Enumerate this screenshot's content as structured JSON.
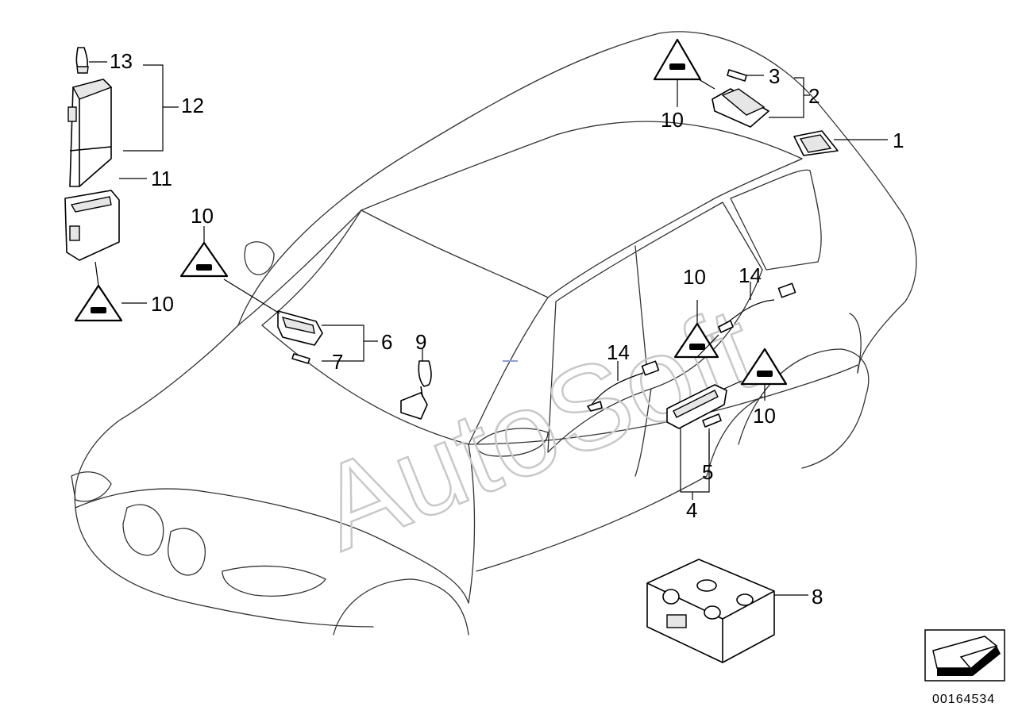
{
  "diagram": {
    "callouts": {
      "c1": "1",
      "c2": "2",
      "c3": "3",
      "c4": "4",
      "c5": "5",
      "c6": "6",
      "c7": "7",
      "c8": "8",
      "c9": "9",
      "c10a": "10",
      "c10b": "10",
      "c10c": "10",
      "c10d": "10",
      "c10e": "10",
      "c11": "11",
      "c12": "12",
      "c13": "13",
      "c14a": "14",
      "c14b": "14"
    },
    "watermark": "AutoSoft",
    "doc_number": "00164534",
    "icons": [
      "warning-triangle-icon",
      "direction-arrow-icon"
    ]
  }
}
